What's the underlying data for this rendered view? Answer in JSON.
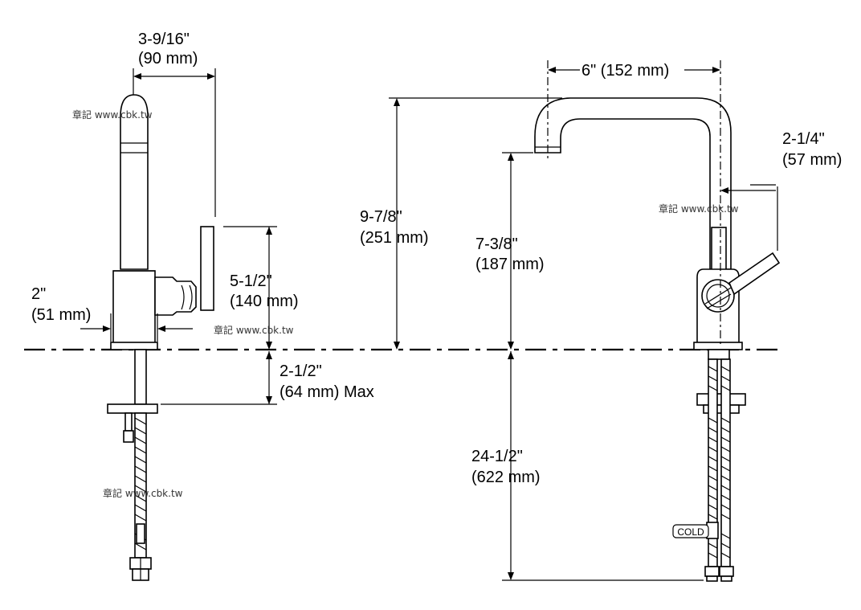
{
  "dimensions": {
    "side_width": {
      "line1": "3-9/16\"",
      "line2": "(90 mm)"
    },
    "handle_height": {
      "line1": "5-1/2\"",
      "line2": "(140 mm)"
    },
    "base_diameter": {
      "line1": "2\"",
      "line2": "(51 mm)"
    },
    "deck_thickness": {
      "line1": "2-1/2\"",
      "line2": "(64 mm) Max"
    },
    "spout_reach": {
      "line1": "6\" (152 mm)"
    },
    "handle_offset": {
      "line1": "2-1/4\"",
      "line2": "(57 mm)"
    },
    "overall_height": {
      "line1": "9-7/8\"",
      "line2": "(251 mm)"
    },
    "spout_height": {
      "line1": "7-3/8\"",
      "line2": "(187 mm)"
    },
    "supply_length": {
      "line1": "24-1/2\"",
      "line2": "(622 mm)"
    }
  },
  "watermark": "章記 www.cbk.tw",
  "cold_tag": "COLD"
}
